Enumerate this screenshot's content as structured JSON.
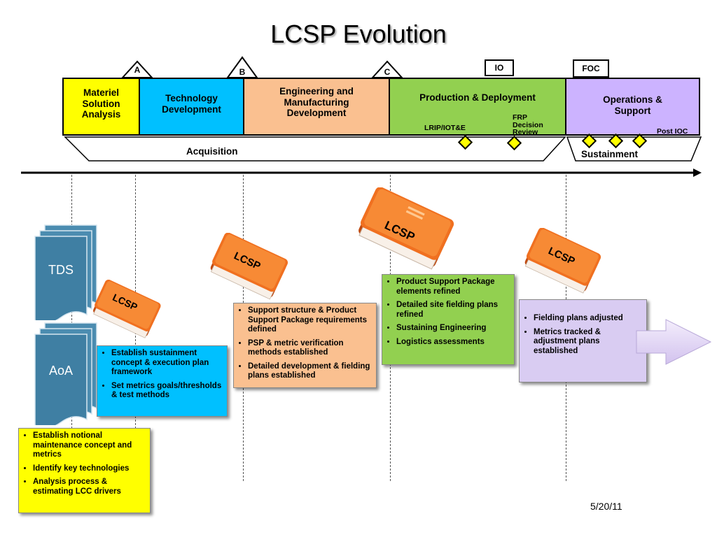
{
  "title": "LCSP Evolution",
  "milestones": {
    "a": "A",
    "b": "B",
    "c": "C",
    "io": "IO",
    "foc": "FOC"
  },
  "phases": {
    "msa": "Materiel Solution Analysis",
    "td": "Technology Development",
    "emd": "Engineering and Manufacturing Development",
    "pd": "Production & Deployment",
    "os": "Operations & Support"
  },
  "reviews": {
    "lrip": "LRIP/IOT&E",
    "frp": "FRP Decision Review",
    "post_ioc": "Post IOC Reviews"
  },
  "acquisition_label": "Acquisition",
  "sustainment_label": "Sustainment",
  "docs": {
    "tds": "TDS",
    "aoa": "AoA"
  },
  "book_label": "LCSP",
  "notes": {
    "msa": [
      "Establish notional maintenance concept and metrics",
      "Identify key technologies",
      "Analysis process & estimating LCC drivers"
    ],
    "td": [
      "Establish sustainment concept & execution plan framework",
      "Set metrics goals/thresholds & test methods"
    ],
    "emd": [
      "Support structure & Product Support Package requirements defined",
      "PSP & metric verification methods established",
      "Detailed development & fielding plans established"
    ],
    "pd": [
      "Product Support Package elements refined",
      "Detailed site fielding plans refined",
      "Sustaining Engineering",
      "Logistics assessments"
    ],
    "os": [
      "Fielding plans adjusted",
      "Metrics tracked & adjustment plans established"
    ]
  },
  "date": "5/20/11",
  "colors": {
    "msa": "#ffff00",
    "td": "#00c0ff",
    "emd": "#fac090",
    "pd": "#92d050",
    "os": "#ccb3ff",
    "book": "#f07020"
  }
}
